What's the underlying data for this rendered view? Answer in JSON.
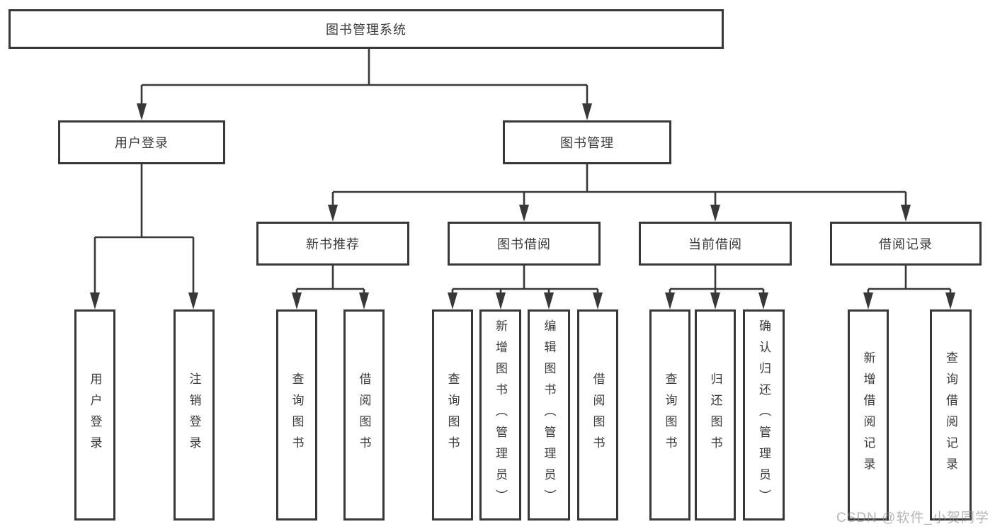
{
  "diagram": {
    "root": "图书管理系统",
    "level2": [
      {
        "label": "用户登录",
        "children": [
          "用户登录",
          "注销登录"
        ]
      },
      {
        "label": "图书管理",
        "children": [
          {
            "label": "新书推荐",
            "children": [
              "查询图书",
              "借阅图书"
            ]
          },
          {
            "label": "图书借阅",
            "children": [
              "查询图书",
              "新增图书（管理员）",
              "编辑图书（管理员）",
              "借阅图书"
            ]
          },
          {
            "label": "当前借阅",
            "children": [
              "查询图书",
              "归还图书",
              "确认归还（管理员）"
            ]
          },
          {
            "label": "借阅记录",
            "children": [
              "新增借阅记录",
              "查询借阅记录"
            ]
          }
        ]
      }
    ]
  },
  "watermark": "CSDN @软件_小贺同学",
  "colors": {
    "line": "#383838",
    "text": "#3a3a3a",
    "watermark_base": "#878787",
    "background": "#ffffff"
  }
}
